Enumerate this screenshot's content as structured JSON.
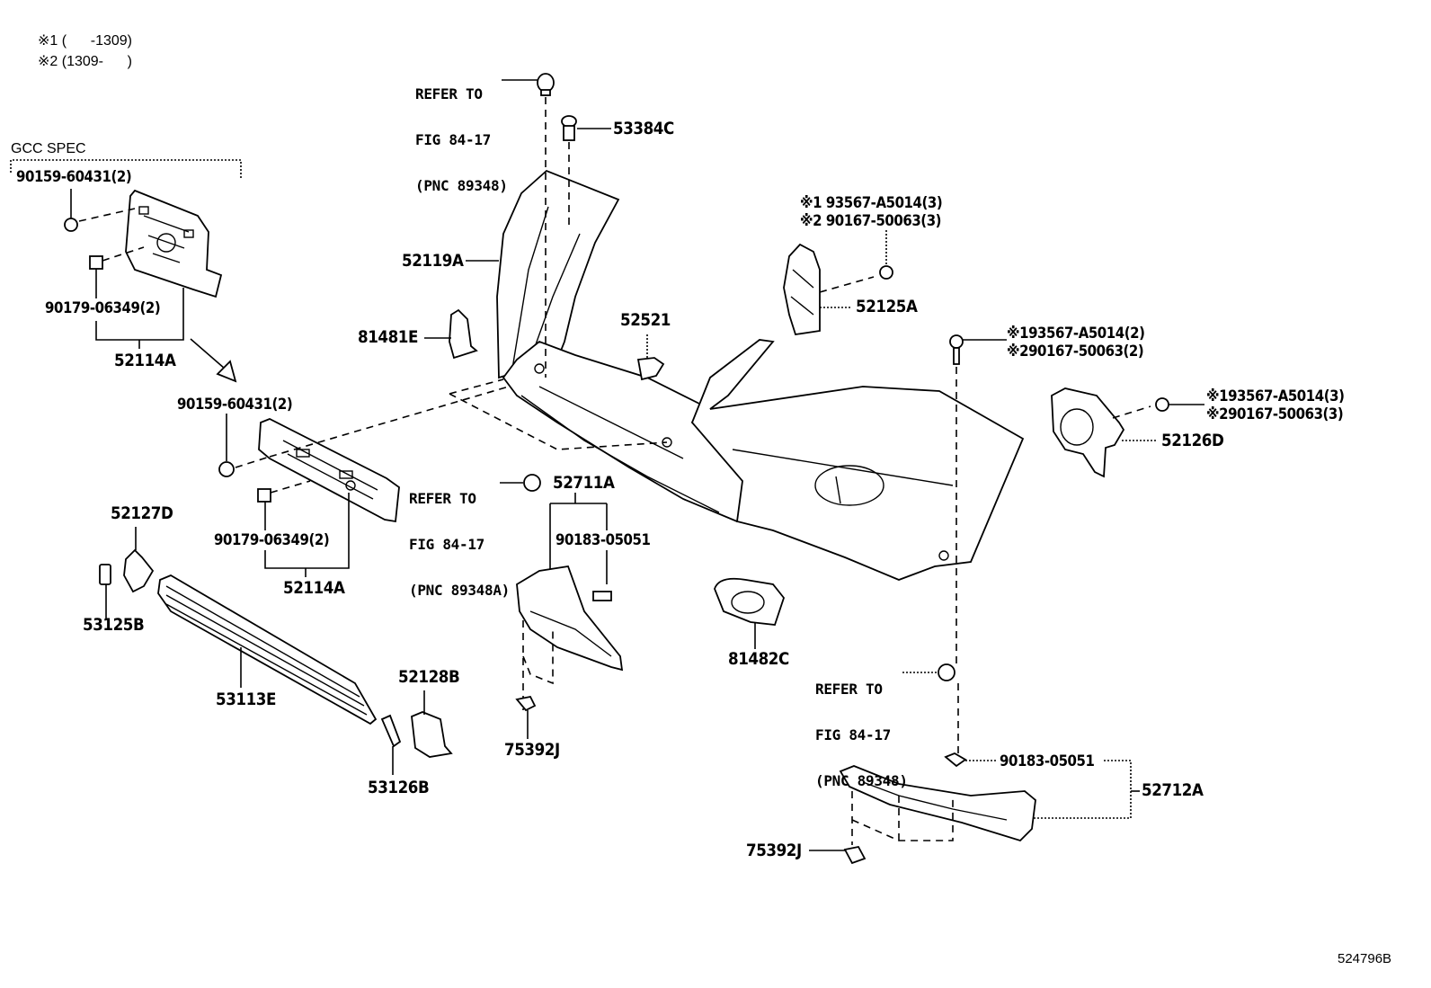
{
  "notes": {
    "note1": "※1 (      -1309)",
    "note2": "※2 (1309-      )"
  },
  "gcc_spec": "GCC SPEC",
  "figure_number": "524796B",
  "references": {
    "top": {
      "line1": "REFER TO",
      "line2": "FIG 84-17",
      "line3": "(PNC 89348)"
    },
    "middle": {
      "line1": "REFER TO",
      "line2": "FIG 84-17",
      "line3": "(PNC 89348A)"
    },
    "bottom": {
      "line1": "REFER TO",
      "line2": "FIG 84-17",
      "line3": "(PNC 89348)"
    }
  },
  "labels": {
    "p53384C": "53384C",
    "p52119A": "52119A",
    "p81481E": "81481E",
    "p52521": "52521",
    "p52125A": "52125A",
    "p52125A_bolt1": "※1 93567-A5014(3)",
    "p52125A_bolt2": "※2 90167-50063(3)",
    "p_screw1": "※193567-A5014(2)",
    "p_screw2": "※290167-50063(2)",
    "p52126D_bolt1": "※193567-A5014(3)",
    "p52126D_bolt2": "※290167-50063(3)",
    "p52126D": "52126D",
    "gcc_90159": "90159-60431(2)",
    "gcc_90179": "90179-06349(2)",
    "gcc_52114A": "52114A",
    "p90159": "90159-60431(2)",
    "p90179": "90179-06349(2)",
    "p52114A": "52114A",
    "p52127D": "52127D",
    "p53125B": "53125B",
    "p53113E": "53113E",
    "p52128B": "52128B",
    "p53126B": "53126B",
    "p52711A": "52711A",
    "p90183_left": "90183-05051",
    "p75392J_left": "75392J",
    "p81482C": "81482C",
    "p90183_right": "90183-05051",
    "p52712A": "52712A",
    "p75392J_right": "75392J"
  }
}
